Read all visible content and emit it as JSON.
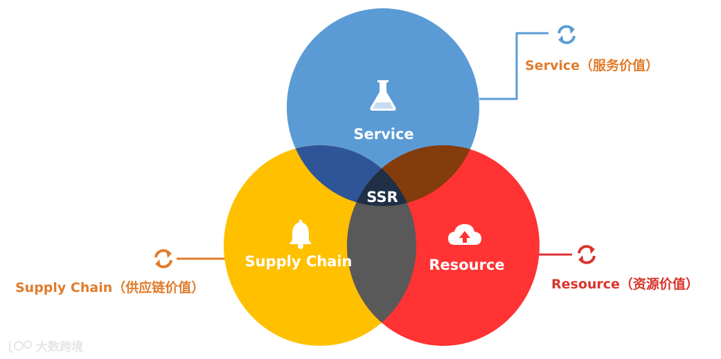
{
  "diagram": {
    "center_label": "SSR",
    "circles": [
      {
        "label": "Service",
        "color": "#5b9bd5",
        "icon": "flask-icon"
      },
      {
        "label": "Supply Chain",
        "color": "#ffc000",
        "icon": "bell-icon"
      },
      {
        "label": "Resource",
        "color": "#ff3333",
        "icon": "cloud-upload-icon"
      }
    ],
    "overlap_colors": {
      "service_supply": "#2e5597",
      "service_resource": "#843c0c",
      "supply_resource": "#595959",
      "center": "#1f2f45"
    }
  },
  "callouts": {
    "service": {
      "text": "Service（服务价值）",
      "color": "#e07b2a",
      "icon": "refresh-icon",
      "icon_color": "#5b9bd5"
    },
    "supply": {
      "text": "Supply Chain（供应链价值）",
      "color": "#e07b2a",
      "icon": "refresh-icon",
      "icon_color": "#e07b2a"
    },
    "resource": {
      "text": "Resource（资源价值）",
      "color": "#d9342b",
      "icon": "refresh-icon",
      "icon_color": "#d9342b"
    }
  },
  "watermark": {
    "text": "大数跨境"
  }
}
